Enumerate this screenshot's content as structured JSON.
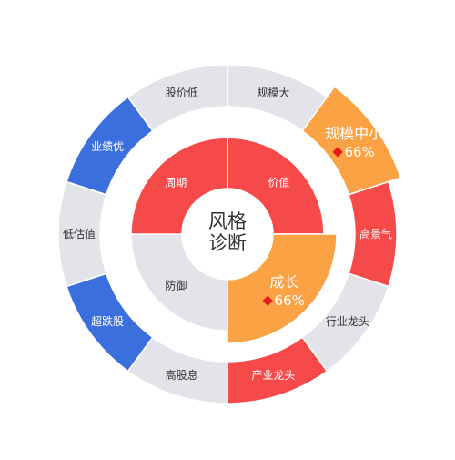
{
  "center": {
    "line1": "风格",
    "line2": "诊断"
  },
  "colors": {
    "red": "#f64a4a",
    "blue": "#3b6fde",
    "gray": "#e3e4e9",
    "orange": "#fba344",
    "marker": "#e21b1b",
    "label_dark": "#333333",
    "label_light": "#ffffff"
  },
  "chart_data": {
    "type": "sunburst",
    "inner_ring": [
      {
        "label": "价值",
        "color": "red",
        "highlight": false
      },
      {
        "label": "成长",
        "color": "orange",
        "highlight": true,
        "value": "66%"
      },
      {
        "label": "防御",
        "color": "gray",
        "highlight": false
      },
      {
        "label": "周期",
        "color": "red",
        "highlight": false
      }
    ],
    "outer_ring": [
      {
        "label": "规模大",
        "color": "gray",
        "highlight": false
      },
      {
        "label": "规模中小",
        "color": "orange",
        "highlight": true,
        "value": "66%"
      },
      {
        "label": "高景气",
        "color": "red",
        "highlight": false
      },
      {
        "label": "行业龙头",
        "color": "gray",
        "highlight": false
      },
      {
        "label": "产业龙头",
        "color": "red",
        "highlight": false
      },
      {
        "label": "高股息",
        "color": "gray",
        "highlight": false
      },
      {
        "label": "超跌股",
        "color": "blue",
        "highlight": false
      },
      {
        "label": "低估值",
        "color": "gray",
        "highlight": false
      },
      {
        "label": "业绩优",
        "color": "blue",
        "highlight": false
      },
      {
        "label": "股价低",
        "color": "gray",
        "highlight": false
      }
    ]
  }
}
